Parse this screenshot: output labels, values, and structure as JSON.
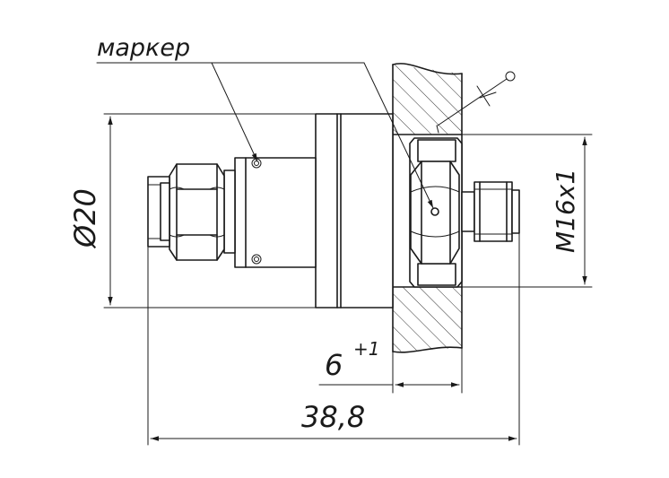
{
  "labels": {
    "marker": "маркер",
    "diameter": "Ø20",
    "thread": "M16x1",
    "depth_value": "6",
    "depth_tolerance": "+1",
    "total_length": "38,8"
  }
}
